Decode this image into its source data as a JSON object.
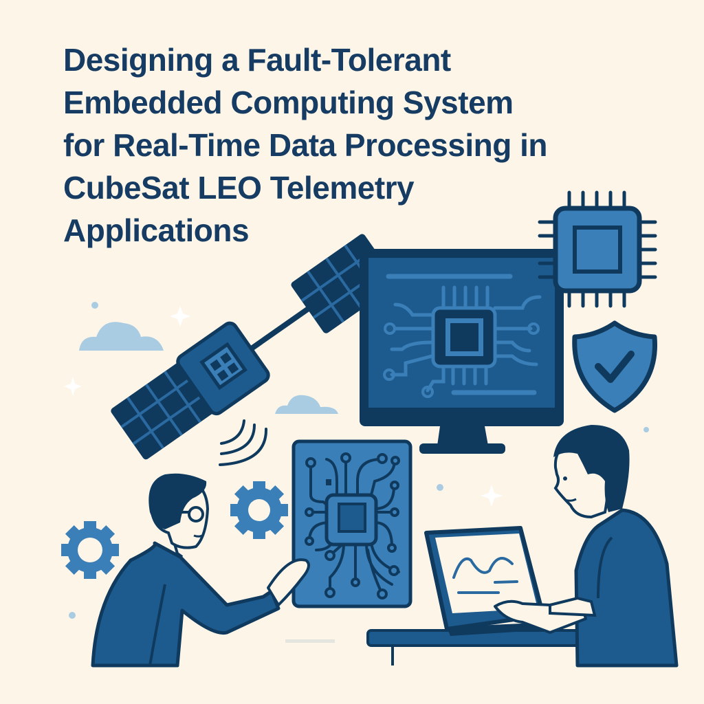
{
  "title": {
    "lines": [
      "Designing a Fault-Tolerant",
      "Embedded Computing System",
      "for Real-Time Data Processing in",
      "CubeSat LEO Telemetry",
      "Applications"
    ]
  },
  "illustration": {
    "elements": [
      "satellite",
      "clouds",
      "sparkles",
      "monitor-with-chip",
      "microchip",
      "shield-check",
      "circuit-board-panel",
      "gears",
      "engineer-with-glasses",
      "engineer-at-laptop",
      "laptop-waveform",
      "desk"
    ]
  },
  "colors": {
    "background": "#fdf6e8",
    "navy": "#0f3a5e",
    "blue": "#1d5b8f",
    "mid_blue": "#3a7fb8",
    "light_blue": "#a9cce3",
    "title": "#163c63"
  }
}
